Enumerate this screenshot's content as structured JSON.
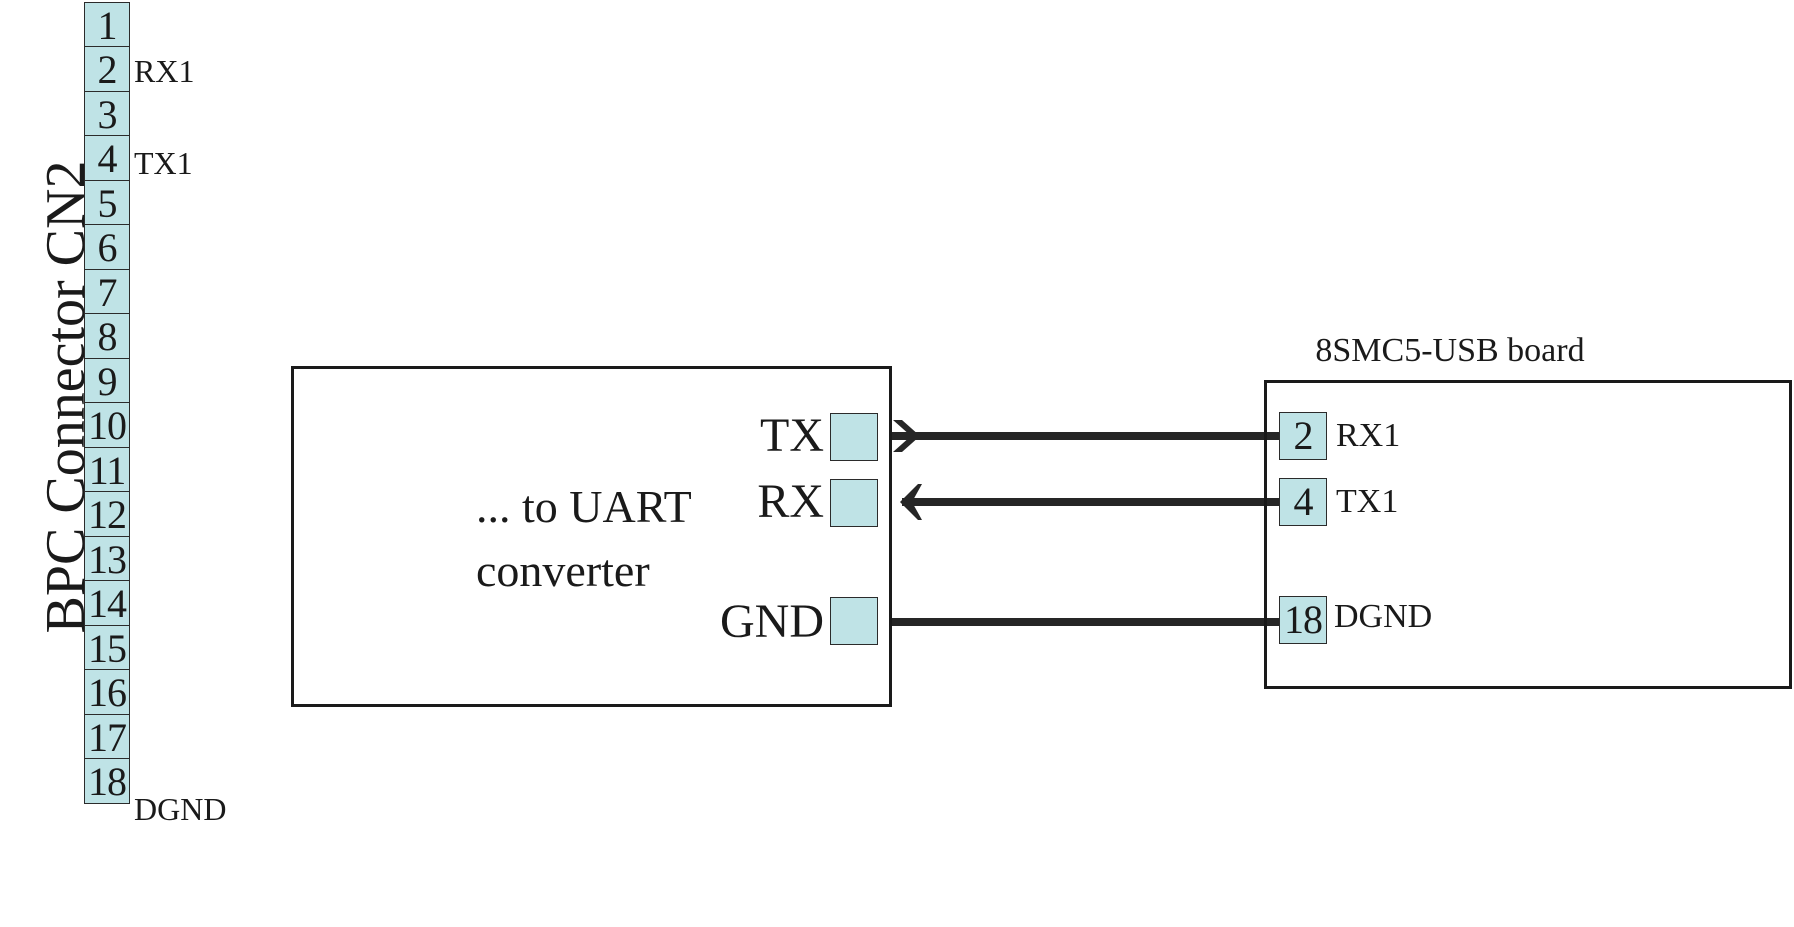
{
  "connector": {
    "title": "BPC Connector CN2",
    "pins": [
      "1",
      "2",
      "3",
      "4",
      "5",
      "6",
      "7",
      "8",
      "9",
      "10",
      "11",
      "12",
      "13",
      "14",
      "15",
      "16",
      "17",
      "18"
    ],
    "pin_labels": {
      "rx1": "RX1",
      "tx1": "TX1",
      "dgnd": "DGND"
    }
  },
  "converter": {
    "label_line1": "... to UART",
    "label_line2": "converter",
    "ports": {
      "tx": "TX",
      "rx": "RX",
      "gnd": "GND"
    }
  },
  "board": {
    "title": "8SMC5-USB board",
    "pins": [
      {
        "number": "2",
        "label": "RX1"
      },
      {
        "number": "4",
        "label": "TX1"
      },
      {
        "number": "18",
        "label": "DGND"
      }
    ]
  },
  "colors": {
    "pin_fill": "#bfe3e6",
    "line": "#1a1a1a",
    "wire": "#262626"
  }
}
